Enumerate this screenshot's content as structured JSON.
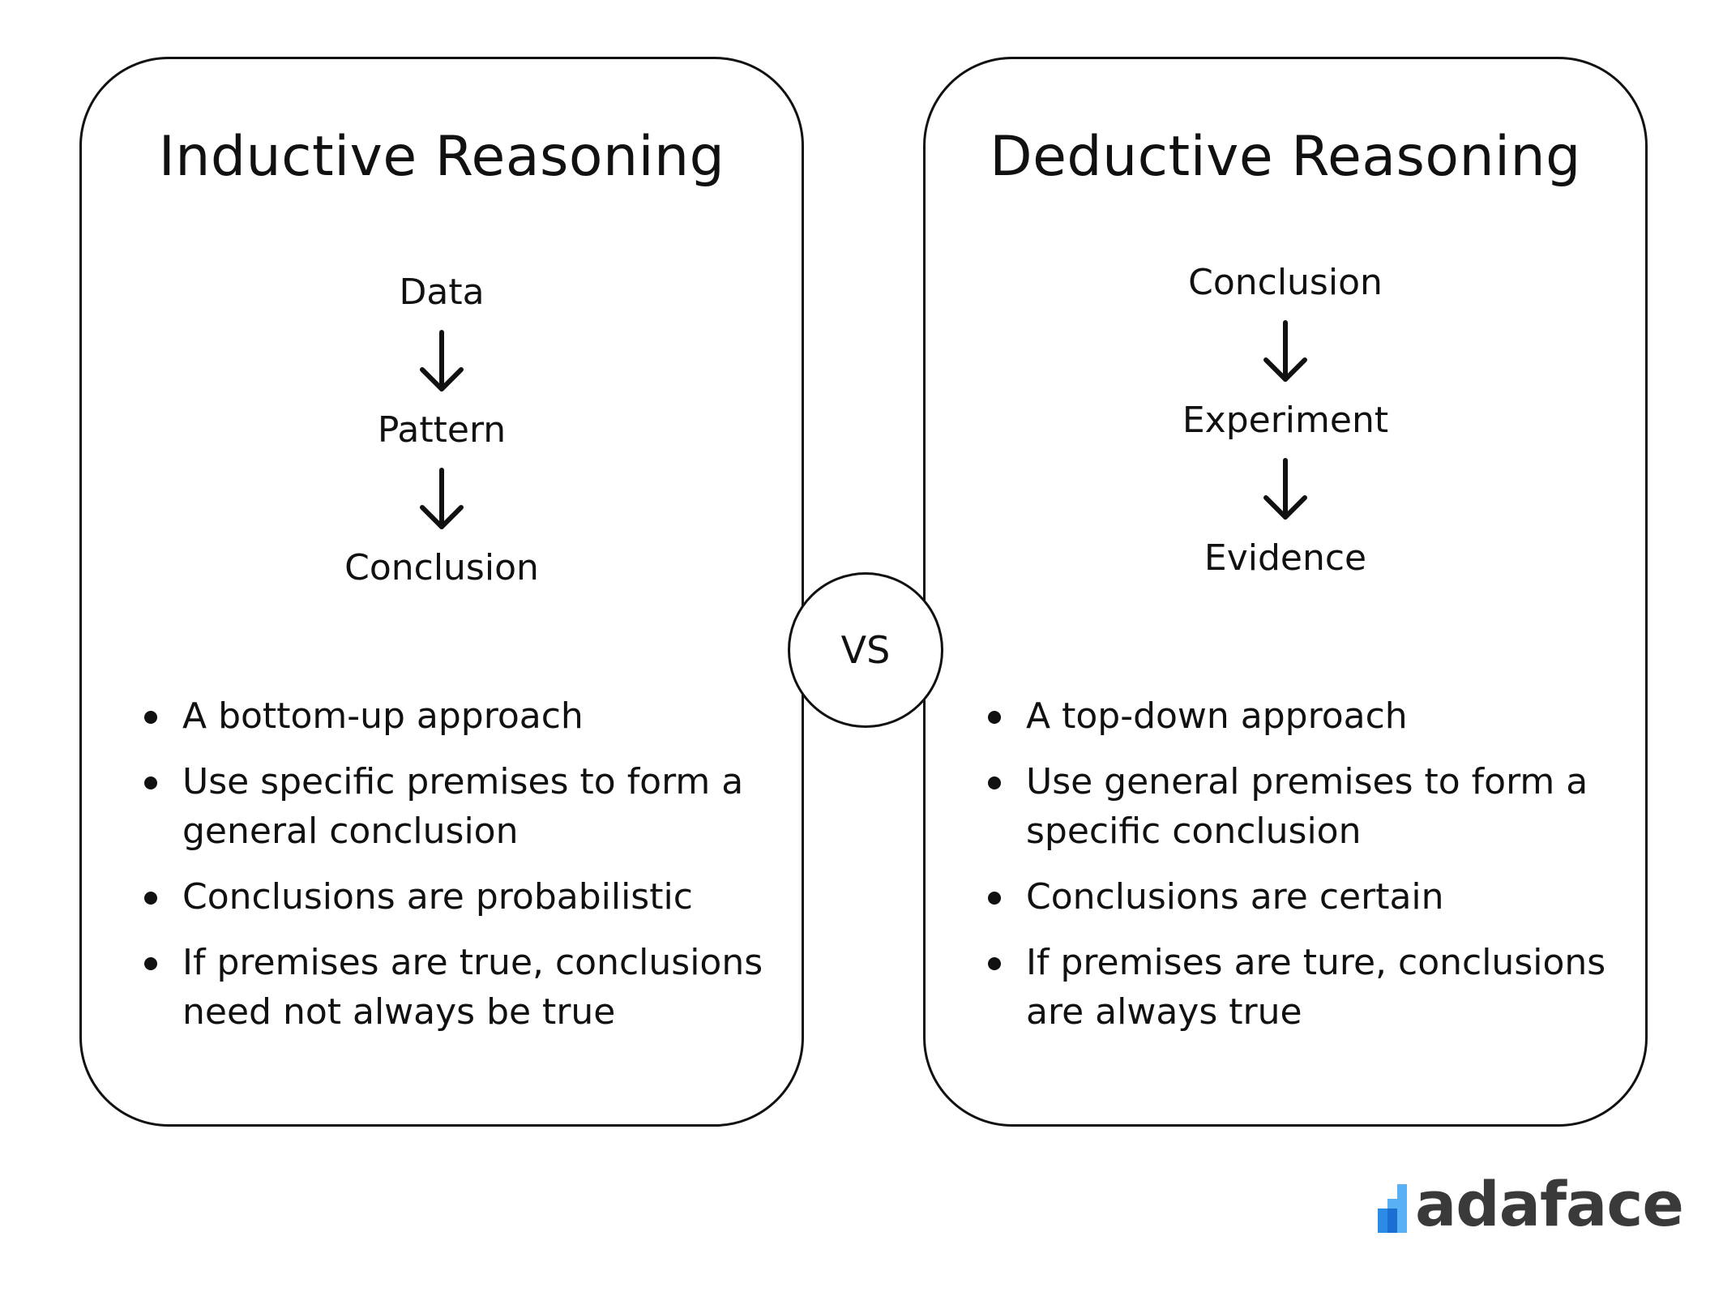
{
  "inductive": {
    "title": "Inductive Reasoning",
    "flow": [
      "Data",
      "Pattern",
      "Conclusion"
    ],
    "bullets": [
      "A bottom-up approach",
      "Use specific premises to form a general conclusion",
      "Conclusions are probabilistic",
      "If premises are true, conclusions need not always be true"
    ]
  },
  "deductive": {
    "title": "Deductive Reasoning",
    "flow": [
      "Conclusion",
      "Experiment",
      "Evidence"
    ],
    "bullets": [
      "A top-down approach",
      "Use general premises to form a specific conclusion",
      "Conclusions are certain",
      "If premises are ture, conclusions are always true"
    ]
  },
  "vs_label": "VS",
  "logo": {
    "text": "adaface",
    "mark_colors": [
      "#2d8be8",
      "#5ab0f5",
      "#1a6fd1"
    ]
  },
  "colors": {
    "line": "#111111",
    "logo_text": "#3a3a3a"
  }
}
